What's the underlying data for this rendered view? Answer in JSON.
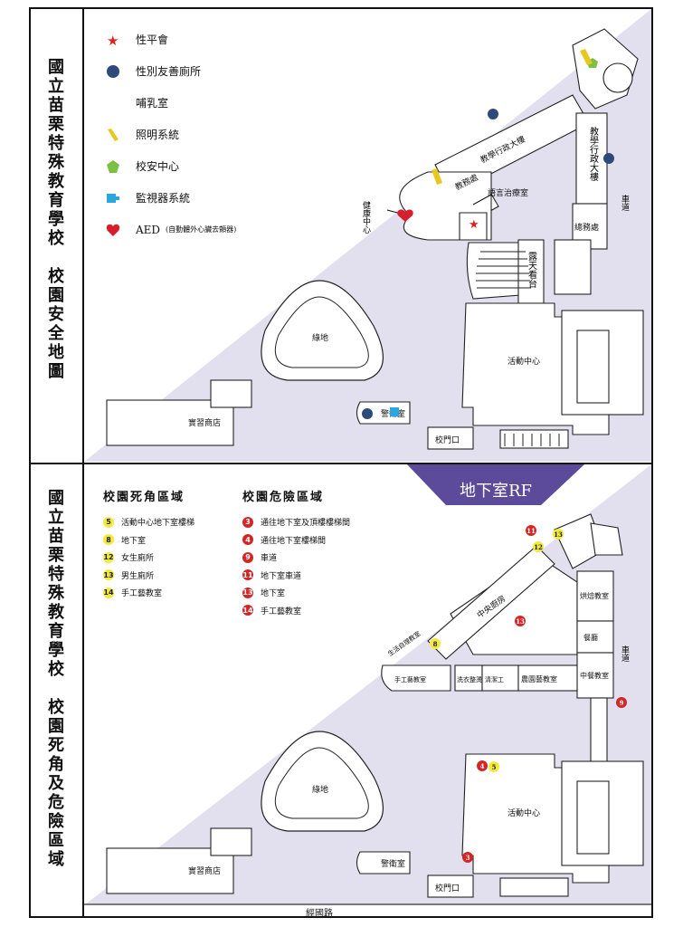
{
  "top_title_chars": [
    "國",
    "立",
    "苗",
    "栗",
    "特",
    "殊",
    "教",
    "育",
    "學",
    "校",
    "",
    "校",
    "園",
    "安",
    "全",
    "地",
    "圖"
  ],
  "bottom_title_chars": [
    "國",
    "立",
    "苗",
    "栗",
    "特",
    "殊",
    "教",
    "育",
    "學",
    "校",
    "",
    "校",
    "園",
    "死",
    "角",
    "及",
    "危",
    "險",
    "區",
    "域"
  ],
  "legend": [
    {
      "icon": "star-icon",
      "label": "性平會"
    },
    {
      "icon": "gender-friendly-toilet-icon",
      "label": "性別友善廁所"
    },
    {
      "icon": "nursing-room-icon",
      "label": "哺乳室"
    },
    {
      "icon": "lighting-icon",
      "label": "照明系統"
    },
    {
      "icon": "security-center-icon",
      "label": "校安中心"
    },
    {
      "icon": "cctv-icon",
      "label": "監視器系統"
    },
    {
      "icon": "aed-heart-icon",
      "label": "AED",
      "note": "(自動體外心臟去顫器)"
    }
  ],
  "colors": {
    "map_bg": "#e2e0ee",
    "banner": "#5b4b9a",
    "star": "#e02020",
    "toilet": "#2d4a7a",
    "nursing": "#d0762a",
    "lighting": "#e8c81e",
    "security": "#7bc043",
    "cctv": "#2aa6e0",
    "aed": "#d81e2a",
    "yellow_marker": "#f2ea3c",
    "red_marker": "#d32626"
  },
  "top_map": {
    "buildings": {
      "academic_office": "教務處",
      "admin_building_diag": "教學行政大樓",
      "admin_building_vert": "教學行政大樓",
      "general_affairs": "總務處",
      "speech_therapy": "語言治療室",
      "health_center": "健康中心",
      "open_stand": "露天看台",
      "road": "車道",
      "green": "綠地",
      "activity_center": "活動中心",
      "practice_shop": "實習商店",
      "guard_room": "警衛室",
      "school_gate": "校門口"
    }
  },
  "zones": {
    "blind_title": "校園死角區域",
    "blind": [
      {
        "n": "5",
        "label": "活動中心地下室樓梯"
      },
      {
        "n": "8",
        "label": "地下室"
      },
      {
        "n": "12",
        "label": "女生廁所"
      },
      {
        "n": "13",
        "label": "男生廁所"
      },
      {
        "n": "14",
        "label": "手工藝教室"
      }
    ],
    "danger_title": "校園危險區域",
    "danger": [
      {
        "n": "3",
        "label": "通往地下室及頂樓樓梯間"
      },
      {
        "n": "4",
        "label": "通往地下室樓梯間"
      },
      {
        "n": "9",
        "label": "車道"
      },
      {
        "n": "11",
        "label": "地下室車道"
      },
      {
        "n": "13",
        "label": "地下室"
      },
      {
        "n": "14",
        "label": "手工藝教室"
      }
    ]
  },
  "bottom_map": {
    "banner": "地下室RF",
    "buildings": {
      "central_kitchen": "中央廚房",
      "life_practice": "生活自理教室",
      "handicraft": "手工藝教室",
      "laundry": "洗衣整燙",
      "cleaning": "清潔工",
      "agri_art": "農園藝教室",
      "baking": "烘焙教室",
      "dining": "餐廳",
      "chinese_cooking": "中餐教室",
      "road": "車道",
      "green": "綠地",
      "activity_center": "活動中心",
      "practice_shop": "實習商店",
      "guard_room": "警衛室",
      "school_gate": "校門口",
      "street": "經國路"
    },
    "markers": [
      "11",
      "13",
      "12",
      "13",
      "8",
      "9",
      "4",
      "5",
      "3"
    ]
  }
}
